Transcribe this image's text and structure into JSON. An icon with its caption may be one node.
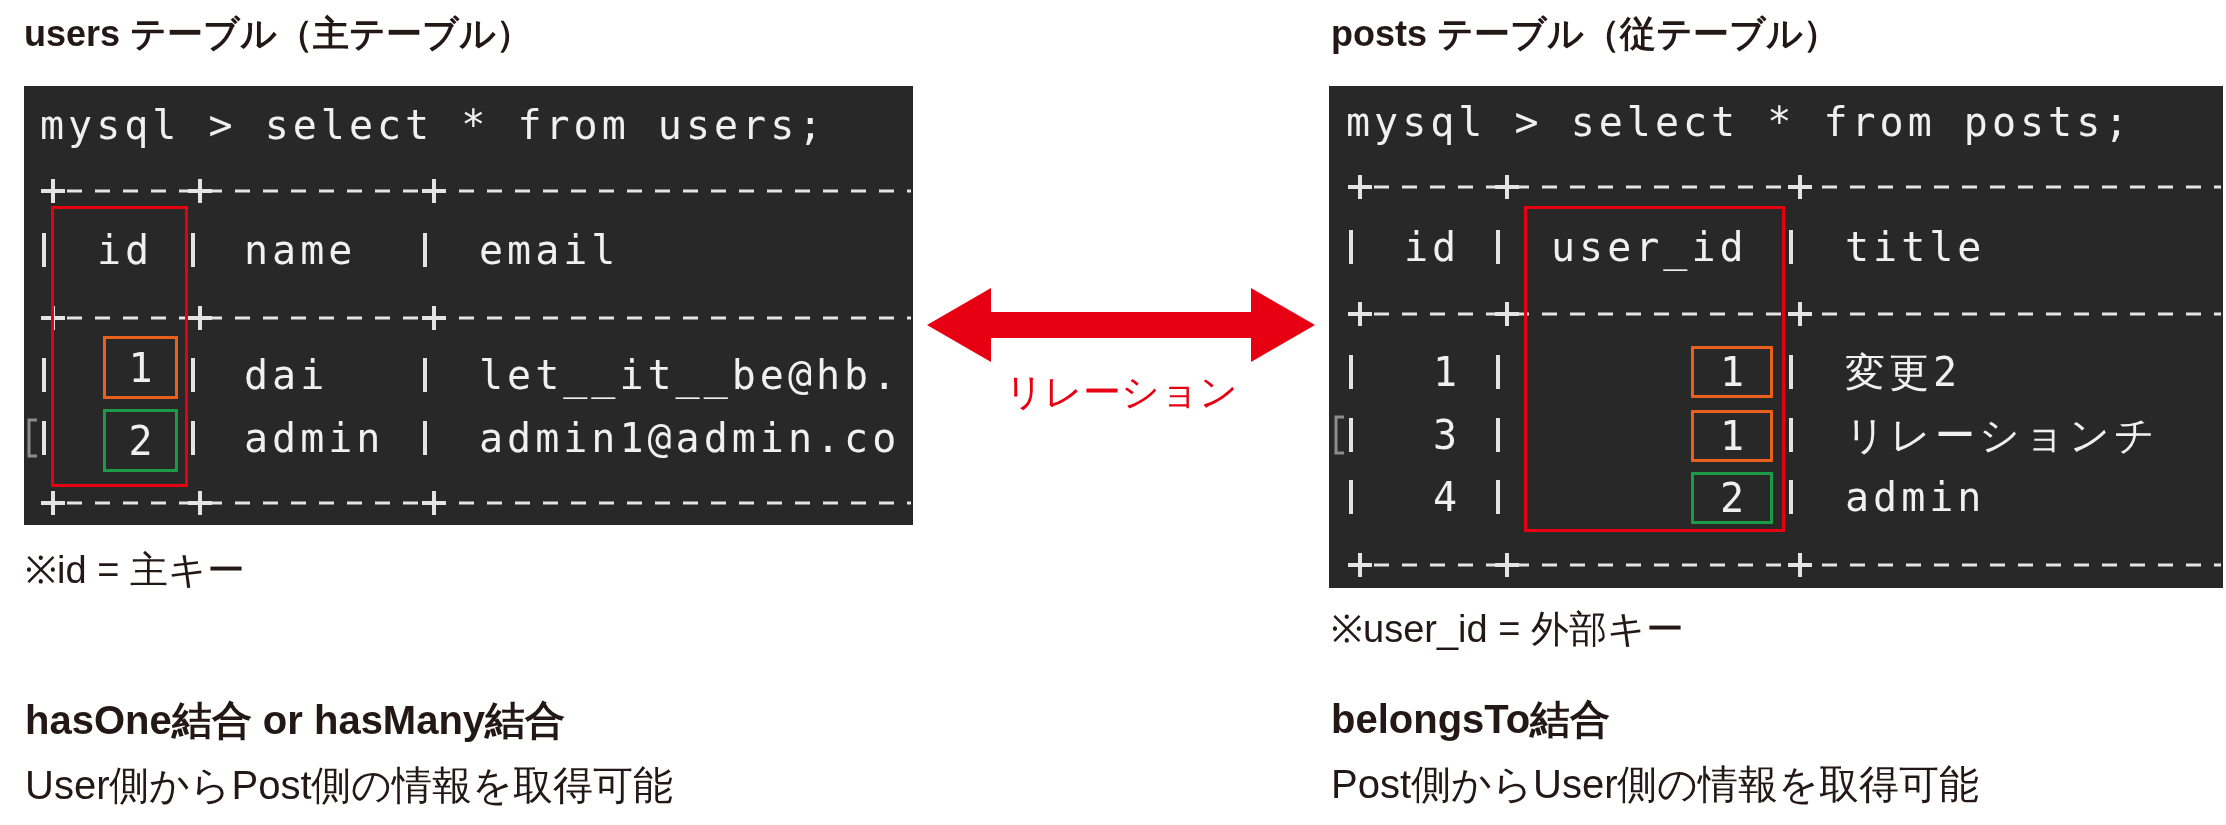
{
  "diagram": {
    "nodes": [
      {
        "text": [
          "users テーブル（主テーブル）",
          "mysql > select * from users;",
          "name",
          "email",
          "dai",
          "let__it__be@hb.",
          "admin",
          "admin1@admin.co"
        ],
        "beside": [
          "※id = 主キー"
        ]
      },
      {
        "text": [
          "id"
        ],
        "in": 0
      },
      {
        "text": [
          "1"
        ],
        "in": 1
      },
      {
        "text": [
          "2"
        ],
        "in": 1
      },
      {
        "text": [
          "posts テーブル（従テーブル）",
          "mysql > select * from posts;",
          "id",
          "title",
          "1",
          "変更2",
          "3",
          "リレーションチ",
          "4",
          "admin"
        ],
        "beside": [
          "※user_id = 外部キー"
        ]
      },
      {
        "text": [
          "user_id"
        ],
        "in": 4
      },
      {
        "text": [
          "1"
        ],
        "in": 5
      },
      {
        "text": [
          "1"
        ],
        "in": 5
      },
      {
        "text": [
          "2"
        ],
        "in": 5
      }
    ],
    "edges": [
      {
        "from": 0,
        "to": 4,
        "arrow": "both",
        "label": "リレーション"
      }
    ],
    "labels": [
      "hasOne結合 or hasMany結合",
      "User側からPost側の情報を取得可能",
      "belongsTo結合",
      "Post側からUser側の情報を取得可能"
    ]
  }
}
